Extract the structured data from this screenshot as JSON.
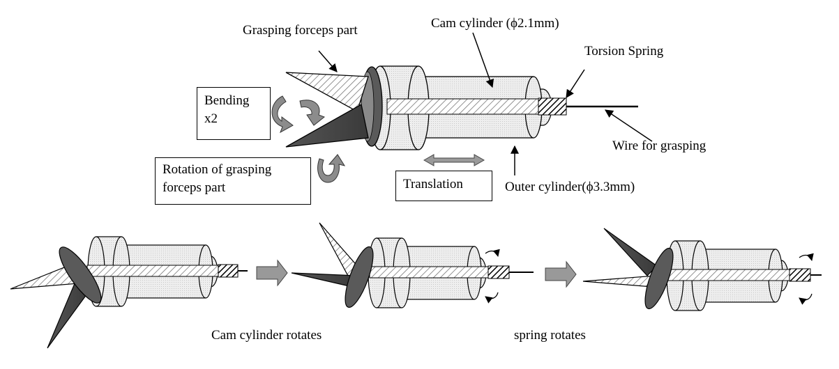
{
  "labels": {
    "grasping_forceps_part": "Grasping forceps part",
    "cam_cylinder": "Cam cylinder (ϕ2.1mm)",
    "torsion_spring": "Torsion Spring",
    "wire_for_grasping": "Wire for grasping",
    "outer_cylinder": "Outer cylinder(ϕ3.3mm)",
    "cam_cylinder_rotates": "Cam cylinder rotates",
    "spring_rotates": "spring rotates"
  },
  "boxes": {
    "bending_line1": "Bending",
    "bending_line2": "x2",
    "rotation_line1": "Rotation of grasping",
    "rotation_line2": "forceps part",
    "translation": "Translation"
  }
}
